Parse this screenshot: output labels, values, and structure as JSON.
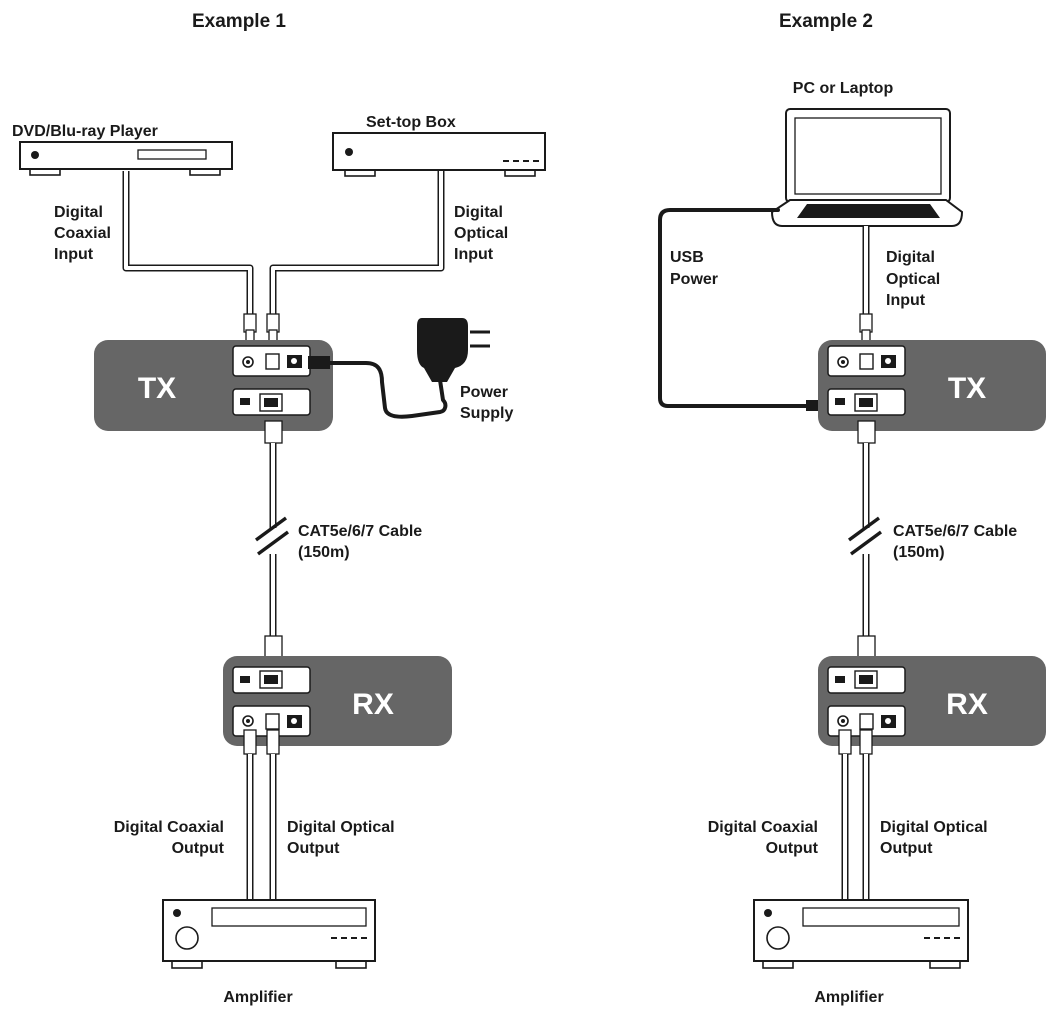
{
  "example1": {
    "title": "Example 1",
    "source_left": "DVD/Blu-ray Player",
    "source_right": "Set-top Box",
    "input_left": [
      "Digital",
      "Coaxial",
      "Input"
    ],
    "input_right": [
      "Digital",
      "Optical",
      "Input"
    ],
    "tx_label": "TX",
    "power": [
      "Power",
      "Supply"
    ],
    "cable": [
      "CAT5e/6/7  Cable",
      "(150m)"
    ],
    "rx_label": "RX",
    "output_left": [
      "Digital Coaxial",
      "Output"
    ],
    "output_right": [
      "Digital Optical",
      "Output"
    ],
    "sink": "Amplifier"
  },
  "example2": {
    "title": "Example 2",
    "source": "PC or Laptop",
    "usb": [
      "USB",
      "Power"
    ],
    "input": [
      "Digital",
      "Optical",
      "Input"
    ],
    "tx_label": "TX",
    "cable": [
      "CAT5e/6/7  Cable",
      "(150m)"
    ],
    "rx_label": "RX",
    "output_left": [
      "Digital Coaxial",
      "Output"
    ],
    "output_right": [
      "Digital Optical",
      "Output"
    ],
    "sink": "Amplifier"
  },
  "colors": {
    "unit_fill": "#666666",
    "line": "#1a1a1a",
    "background": "#ffffff"
  }
}
